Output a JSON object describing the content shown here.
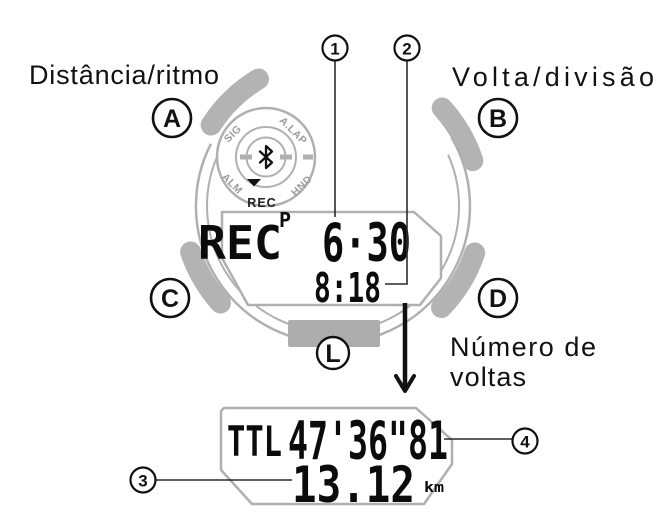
{
  "labels": {
    "distance_pace": "Distância/ritmo",
    "lap_split": "Volta/divisão",
    "lap_count_line1": "Número de",
    "lap_count_line2": "voltas"
  },
  "watch": {
    "buttons": {
      "a": "A",
      "b": "B",
      "c": "C",
      "d": "D",
      "l": "L"
    },
    "dial": {
      "top_left": "SIG",
      "top_right": "A.LAP",
      "bottom_left": "ALM",
      "bottom_right": "HND",
      "indicator": "REC",
      "center_icon": "bluetooth-icon"
    },
    "upper_display": {
      "mode": "REC",
      "flag": "P",
      "line1": "6·30",
      "line2": "8:18"
    },
    "lower_display": {
      "mode": "TTL",
      "total_time": "47'36\"81",
      "distance": "13.12",
      "unit": "km"
    }
  },
  "callouts": {
    "n1": "1",
    "n2": "2",
    "n3": "3",
    "n4": "4"
  },
  "colors": {
    "case_gray": "#b0b0b0",
    "button_gray": "#b3b3b3",
    "label_gray": "#9c9c9c",
    "ink": "#111111",
    "lcd_ink": "#0b0b0b"
  }
}
